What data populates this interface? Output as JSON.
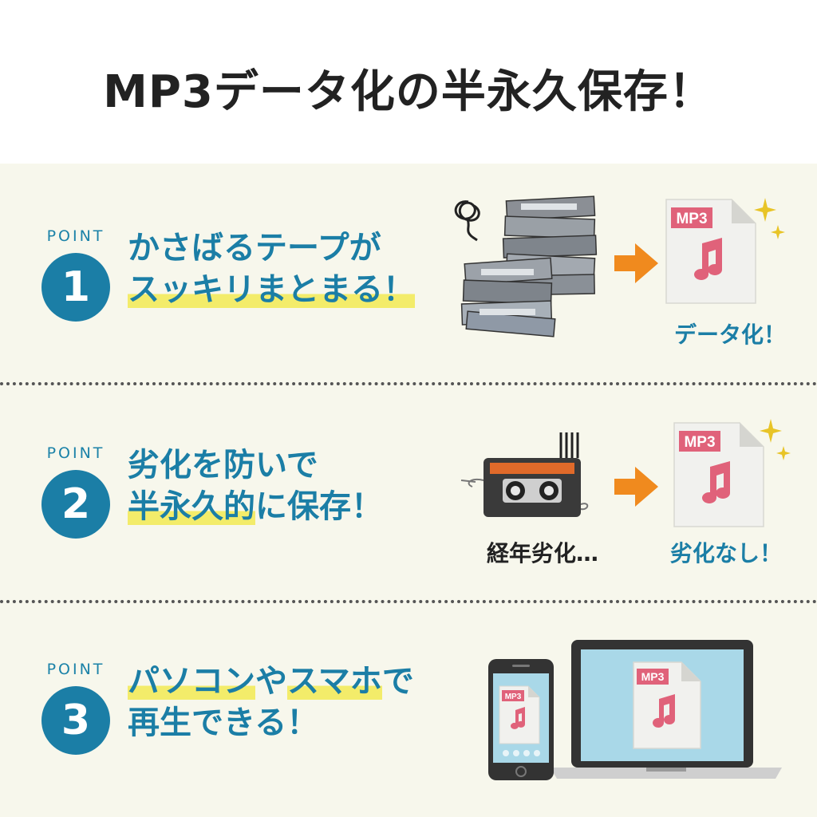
{
  "title": "MP3データ化の半永久保存！",
  "points": [
    {
      "label": "POINT",
      "number": "1",
      "line1": "かさばるテープが",
      "line2": "スッキリまとまる！",
      "caption_right": "データ化！"
    },
    {
      "label": "POINT",
      "number": "2",
      "line1": "劣化を防いで",
      "line2_highlight": "半永久的",
      "line2_rest": "に保存！",
      "caption_left": "経年劣化…",
      "caption_right": "劣化なし！"
    },
    {
      "label": "POINT",
      "number": "3",
      "line1_highlight_a": "パソコン",
      "line1_mid": "や",
      "line1_highlight_b": "スマホ",
      "line1_rest": "で",
      "line2": "再生できる！"
    }
  ],
  "file_icon_label": "MP3",
  "colors": {
    "accent": "#1b7ea6",
    "highlight": "#f3ec6a",
    "mp3": "#e0627a",
    "arrow": "#f08a1e",
    "background": "#f7f7ec"
  }
}
